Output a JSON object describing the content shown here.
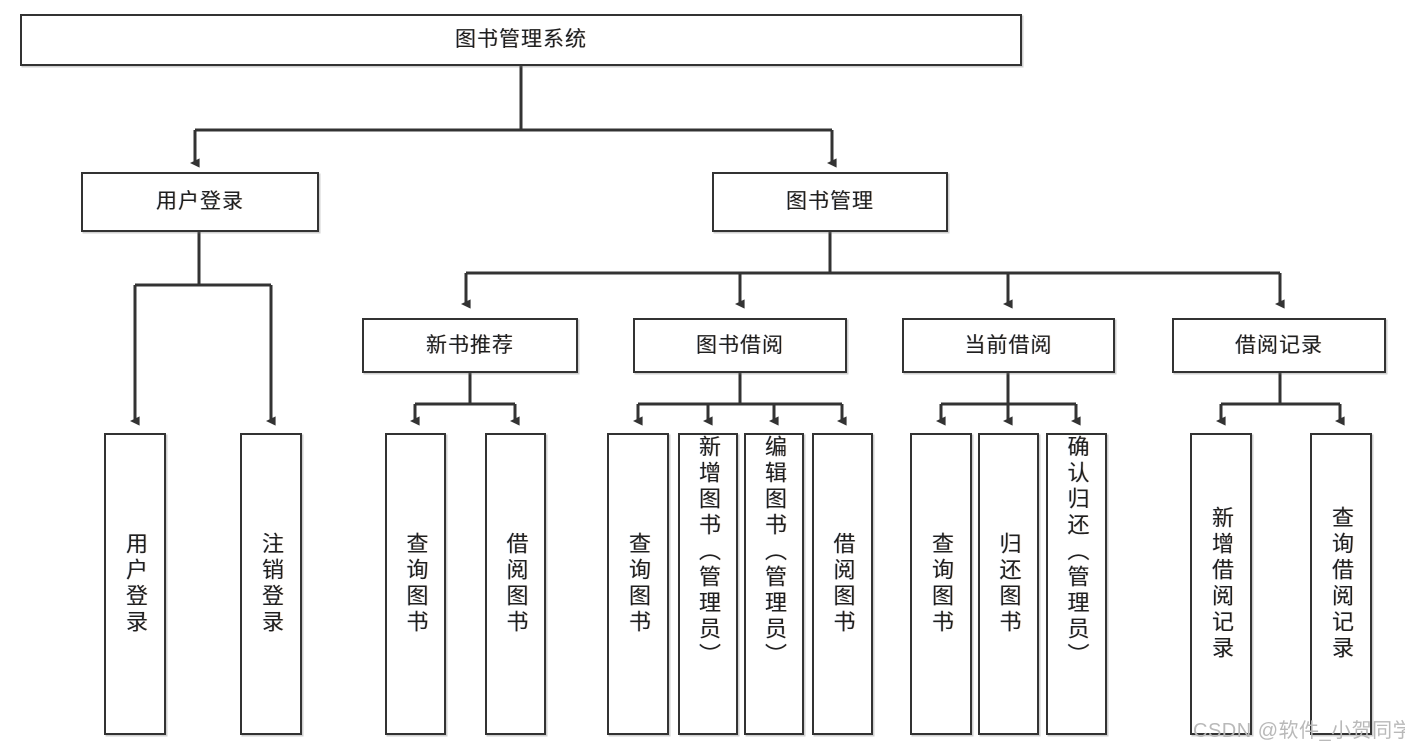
{
  "diagram": {
    "type": "tree-hierarchy",
    "title": "图书管理系统",
    "root": {
      "id": "root",
      "label": "图书管理系统"
    },
    "level2": [
      {
        "id": "user-login",
        "label": "用户登录"
      },
      {
        "id": "book-manage",
        "label": "图书管理"
      }
    ],
    "level3": [
      {
        "id": "new-book-rec",
        "label": "新书推荐",
        "parent": "book-manage"
      },
      {
        "id": "book-borrow",
        "label": "图书借阅",
        "parent": "book-manage"
      },
      {
        "id": "current-borrow",
        "label": "当前借阅",
        "parent": "book-manage"
      },
      {
        "id": "borrow-record",
        "label": "借阅记录",
        "parent": "book-manage"
      }
    ],
    "leaves": [
      {
        "id": "leaf-user-login",
        "label": "用户登录",
        "parent": "user-login",
        "align": "mid"
      },
      {
        "id": "leaf-user-logout",
        "label": "注销登录",
        "parent": "user-login",
        "align": "mid"
      },
      {
        "id": "leaf-query-book-1",
        "label": "查询图书",
        "parent": "new-book-rec",
        "align": "mid"
      },
      {
        "id": "leaf-borrow-book-1",
        "label": "借阅图书",
        "parent": "new-book-rec",
        "align": "mid"
      },
      {
        "id": "leaf-query-book-2",
        "label": "查询图书",
        "parent": "book-borrow",
        "align": "mid"
      },
      {
        "id": "leaf-add-book",
        "label": "新增图书（管理员）",
        "parent": "book-borrow",
        "align": "top"
      },
      {
        "id": "leaf-edit-book",
        "label": "编辑图书（管理员）",
        "parent": "book-borrow",
        "align": "top"
      },
      {
        "id": "leaf-borrow-book-2",
        "label": "借阅图书",
        "parent": "book-borrow",
        "align": "mid"
      },
      {
        "id": "leaf-query-book-3",
        "label": "查询图书",
        "parent": "current-borrow",
        "align": "mid"
      },
      {
        "id": "leaf-return-book",
        "label": "归还图书",
        "parent": "current-borrow",
        "align": "mid"
      },
      {
        "id": "leaf-confirm-return",
        "label": "确认归还（管理员）",
        "parent": "current-borrow",
        "align": "top"
      },
      {
        "id": "leaf-add-record",
        "label": "新增借阅记录",
        "parent": "borrow-record",
        "align": "mid"
      },
      {
        "id": "leaf-query-record",
        "label": "查询借阅记录",
        "parent": "borrow-record",
        "align": "mid"
      }
    ],
    "colors": {
      "stroke": "#333333",
      "fill": "#ffffff",
      "text": "#1f1f1f",
      "watermark": "#b9b9b9"
    }
  },
  "watermark": {
    "text": "CSDN @软件_小贺同学"
  }
}
